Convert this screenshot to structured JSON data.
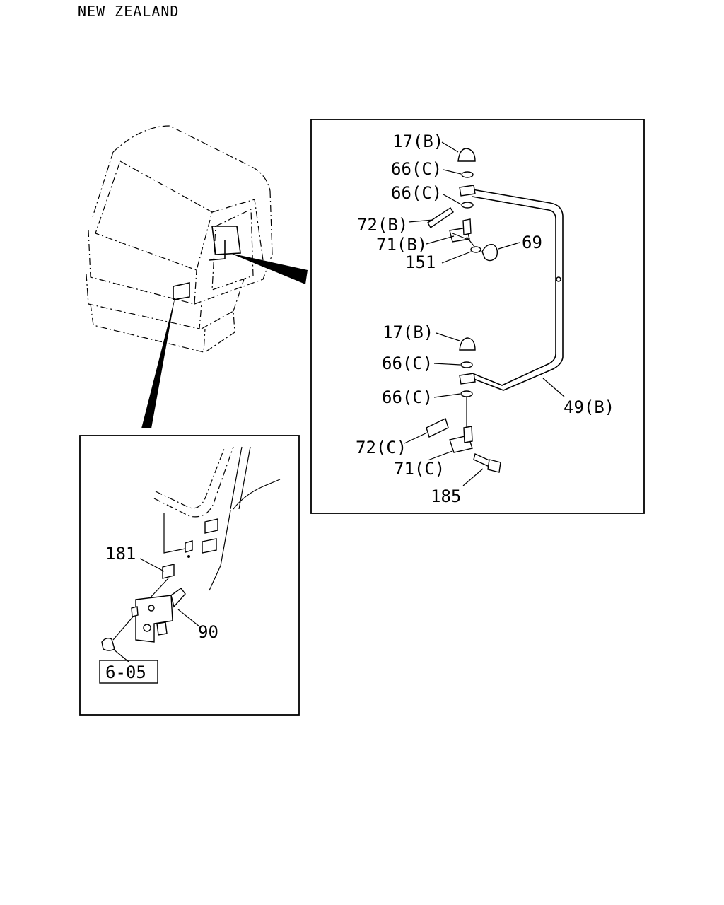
{
  "header": {
    "region": "NEW ZEALAND"
  },
  "callouts": {
    "nut_17b_top": "17(B)",
    "washer_66c_1": "66(C)",
    "washer_66c_2": "66(C)",
    "bracket_72b": "72(B)",
    "bracket_71b": "71(B)",
    "washer_151": "151",
    "nut_69": "69",
    "nut_17b_bottom": "17(B)",
    "washer_66c_3": "66(C)",
    "washer_66c_4": "66(C)",
    "stay_49b": "49(B)",
    "bracket_72c": "72(C)",
    "bracket_71c": "71(C)",
    "bolt_185": "185",
    "pad_181": "181",
    "bracket_90": "90",
    "ref_605": "6-05"
  }
}
